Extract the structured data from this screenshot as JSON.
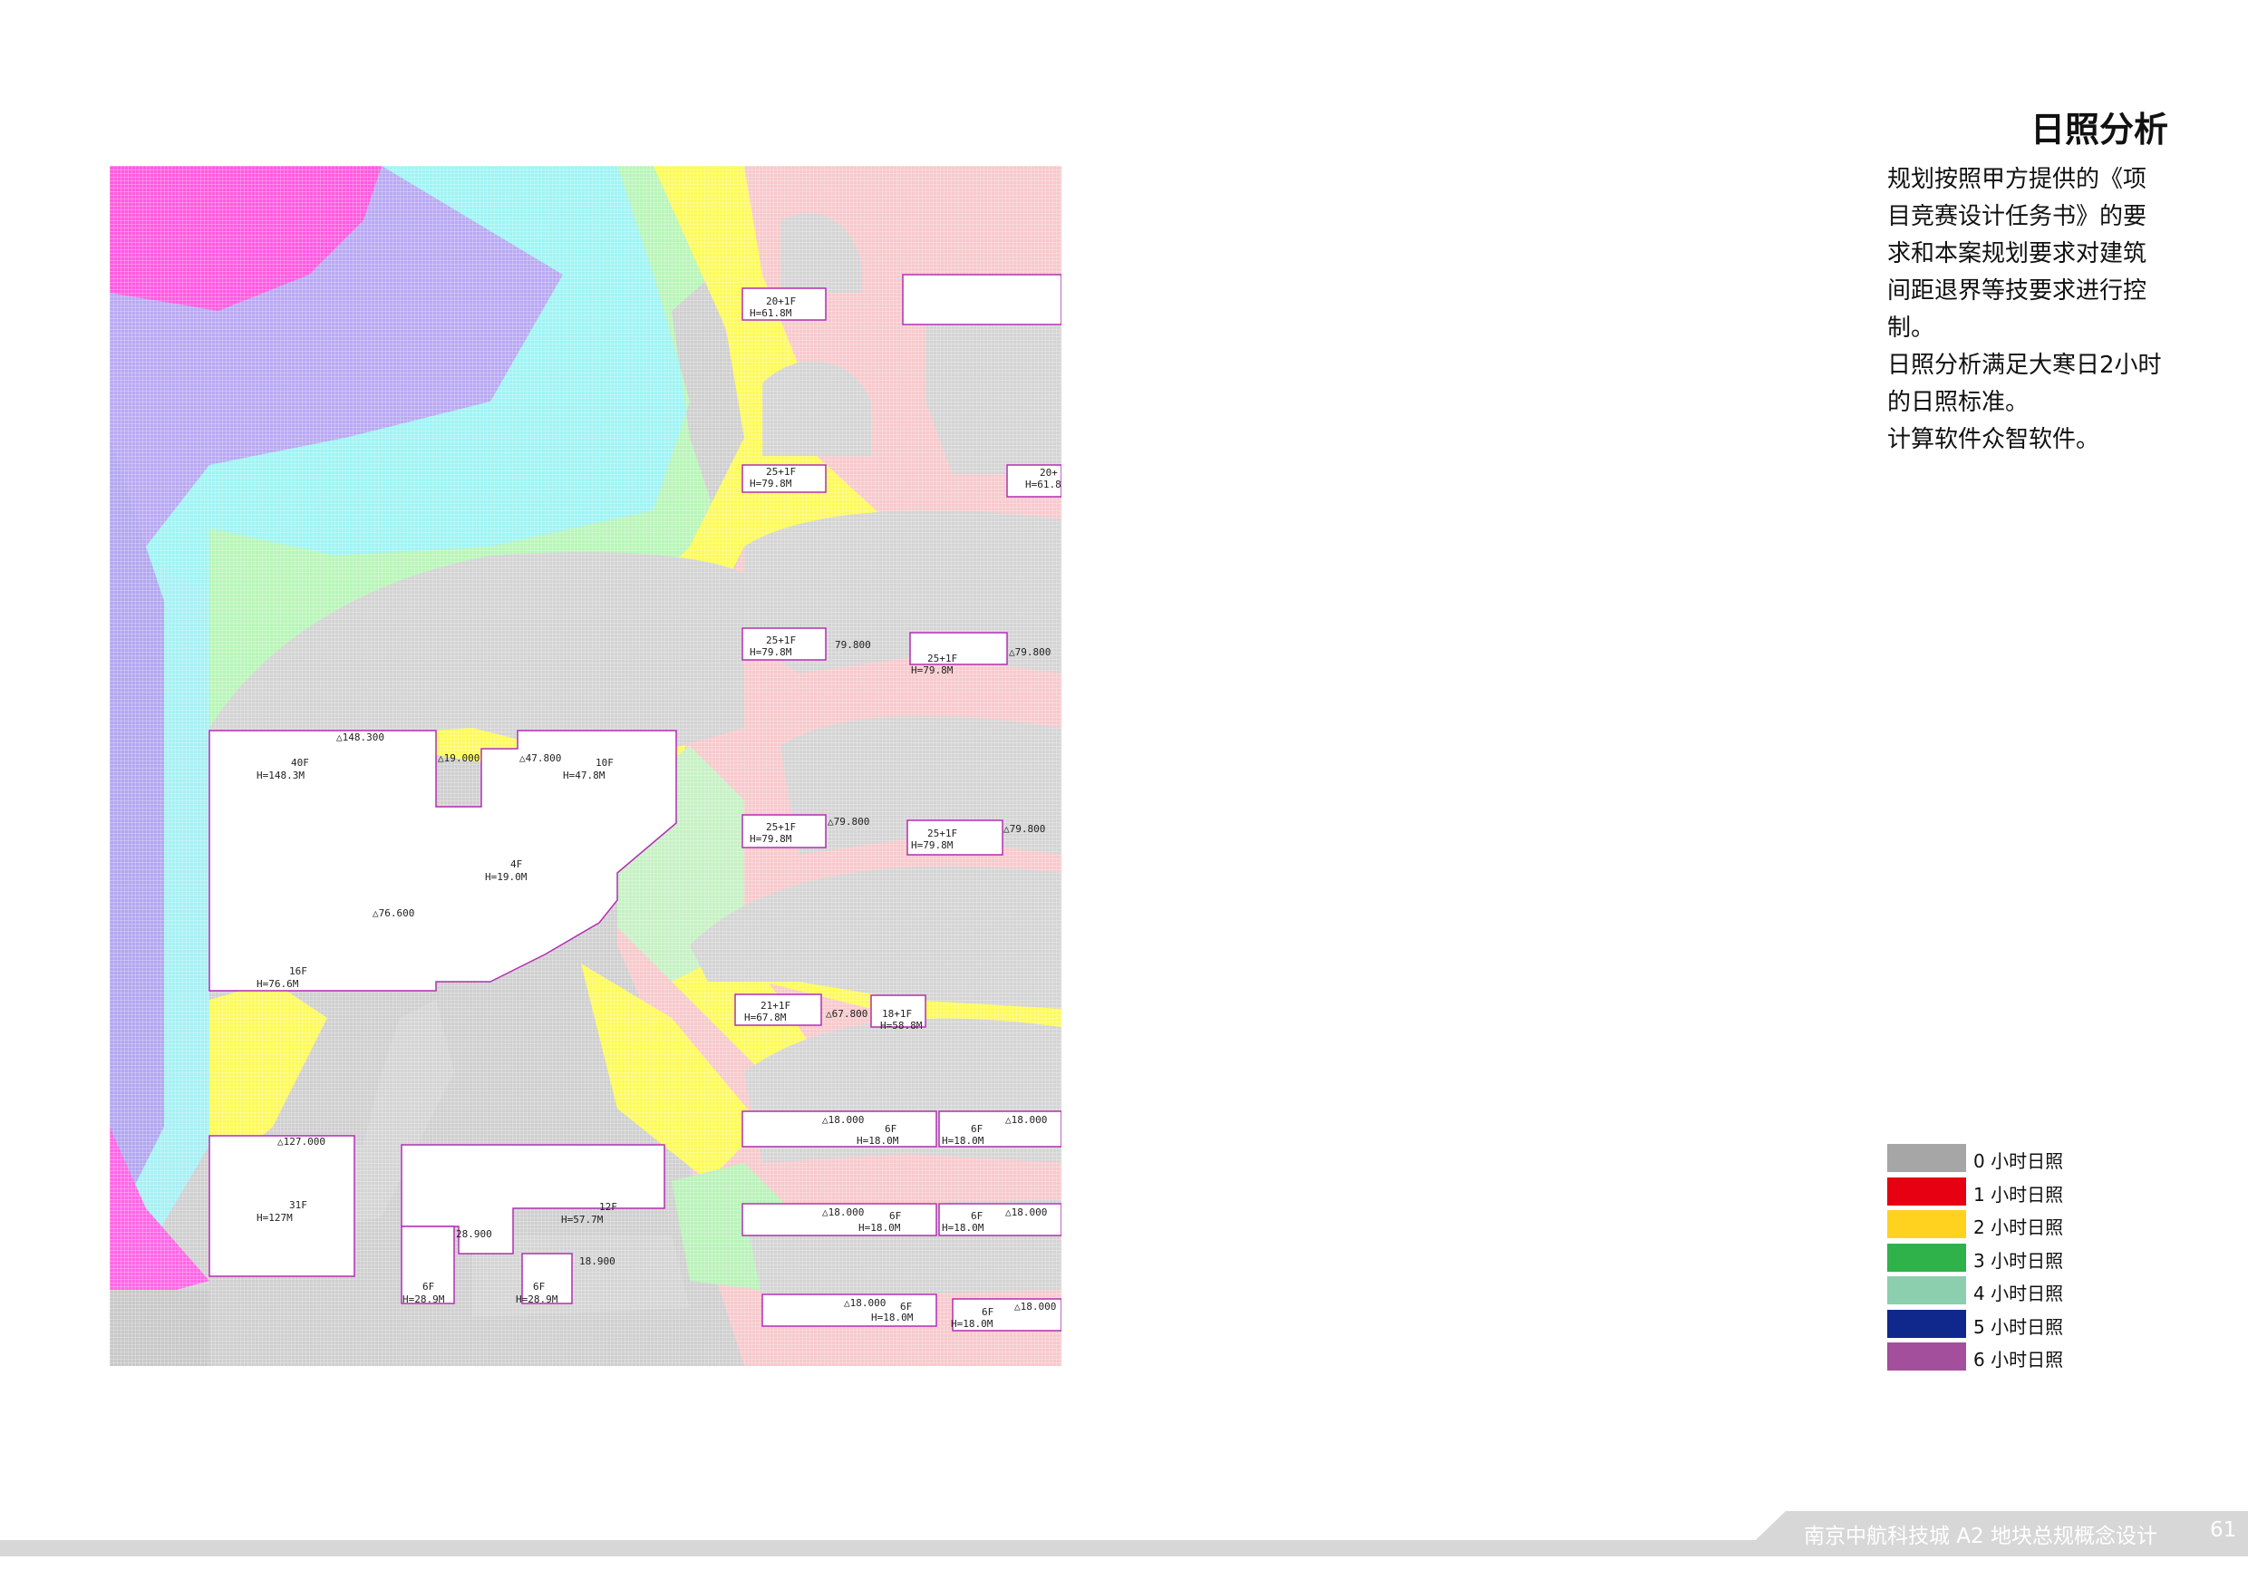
{
  "title": "日照分析",
  "description": [
    "规划按照甲方提供的《项目竞赛设计任务书》的要求和本案规划要求对建筑间距退界等技要求进行控制。",
    "日照分析满足大寒日2小时的日照标准。",
    "计算软件众智软件。"
  ],
  "legend": [
    {
      "label": "0 小时日照",
      "color": "#a6a6a6"
    },
    {
      "label": "1 小时日照",
      "color": "#e60012"
    },
    {
      "label": "2 小时日照",
      "color": "#ffd21f"
    },
    {
      "label": "3 小时日照",
      "color": "#2fb24a"
    },
    {
      "label": "4 小时日照",
      "color": "#8ccfae"
    },
    {
      "label": "5 小时日照",
      "color": "#10278c"
    },
    {
      "label": "6 小时日照",
      "color": "#a34f9b"
    }
  ],
  "footer": {
    "project": "南京中航科技城 A2 地块总规概念设计",
    "page": "61"
  },
  "map": {
    "buildings": [
      {
        "floors": "20+1F",
        "height": "H=61.8M"
      },
      {
        "floors": "25+1F",
        "height": "H=79.8M"
      },
      {
        "floors": "20+",
        "height": "H=61.8"
      },
      {
        "floors": "25+1F",
        "height": "H=79.8M"
      },
      {
        "floors": "25+1F",
        "height": "H=79.8M"
      },
      {
        "floors": "40F",
        "height": "H=148.3M"
      },
      {
        "floors": "10F",
        "height": "H=47.8M"
      },
      {
        "floors": "4F",
        "height": "H=19.0M"
      },
      {
        "floors": "16F",
        "height": "H=76.6M"
      },
      {
        "floors": "25+1F",
        "height": "H=79.8M"
      },
      {
        "floors": "25+1F",
        "height": "H=79.8M"
      },
      {
        "floors": "21+1F",
        "height": "H=67.8M"
      },
      {
        "floors": "18+1F",
        "height": "H=58.8M"
      },
      {
        "floors": "6F",
        "height": "H=18.0M"
      },
      {
        "floors": "6F",
        "height": "H=18.0M"
      },
      {
        "floors": "31F",
        "height": "H=127M"
      },
      {
        "floors": "12F",
        "height": "H=57.7M"
      },
      {
        "floors": "6F",
        "height": "H=18.0M"
      },
      {
        "floors": "6F",
        "height": "H=18.0M"
      },
      {
        "floors": "6F",
        "height": "H=28.9M"
      },
      {
        "floors": "6F",
        "height": "H=28.9M"
      },
      {
        "floors": "6F",
        "height": "H=18.0M"
      },
      {
        "floors": "6F",
        "height": "H=18.0M"
      }
    ],
    "elevations": [
      "148.300",
      "19.000",
      "47.800",
      "76.600",
      "79.800",
      "79.800",
      "79.800",
      "79.800",
      "67.800",
      "18.000",
      "18.000",
      "127.000",
      "28.900",
      "18.900",
      "18.000",
      "18.000",
      "18.000",
      "18.000"
    ]
  }
}
